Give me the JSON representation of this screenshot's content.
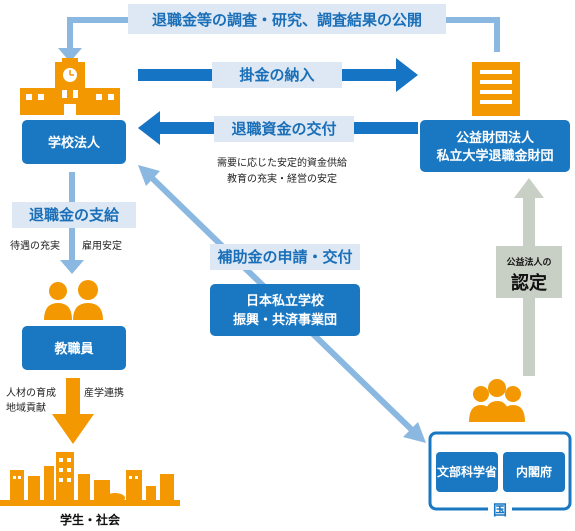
{
  "top_banner": "退職金等の調査・研究、調査結果の公開",
  "school": {
    "label": "学校法人"
  },
  "foundation": {
    "line1": "公益財団法人",
    "line2": "私立大学退職金財団"
  },
  "arrows": {
    "premium": "掛金の納入",
    "grant_funds": "退職資金の交付",
    "retirement_pay": "退職金の支給",
    "subsidy": "補助金の申請・交付"
  },
  "notes": {
    "funding_line1": "需要に応じた安定的資金供給",
    "funding_line2": "教育の充実・経営の安定",
    "benefit_left": "待遇の充実",
    "benefit_right": "雇用安定",
    "staff_left_line1": "人材の育成",
    "staff_left_line2": "地域貢献",
    "staff_right": "産学連携"
  },
  "promotion": {
    "line1": "日本私立学校",
    "line2": "振興・共済事業団"
  },
  "staff": {
    "label": "教職員"
  },
  "society": {
    "label": "学生・社会"
  },
  "certification": {
    "small": "公益法人の",
    "big": "認定"
  },
  "government": {
    "label": "国",
    "ministry": "文部科学省",
    "cabinet": "内閣府"
  },
  "colors": {
    "blue": "#1a78c2",
    "light_blue": "#8ab8e0",
    "band": "#dde8f4",
    "orange": "#f39800",
    "gray": "#c8cfc4"
  }
}
